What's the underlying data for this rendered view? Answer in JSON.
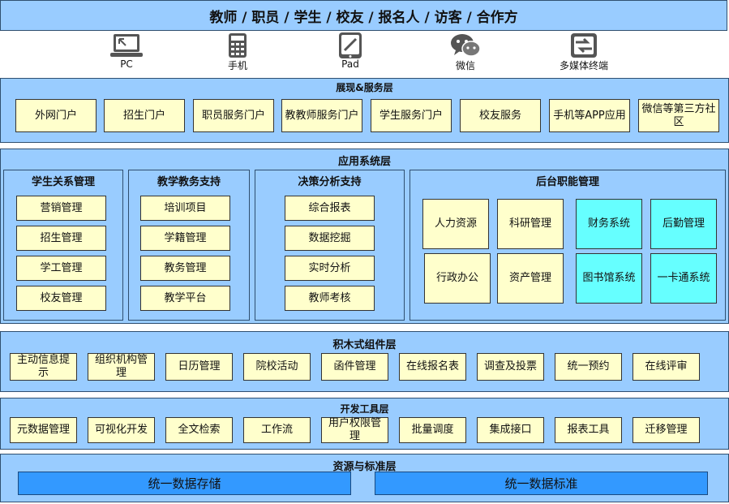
{
  "header": {
    "title": "教师 / 职员 / 学生 / 校友 / 报名人 / 访客 / 合作方"
  },
  "devices": [
    {
      "label": "PC",
      "icon": "laptop-icon"
    },
    {
      "label": "手机",
      "icon": "calculator-phone-icon"
    },
    {
      "label": "Pad",
      "icon": "tablet-icon"
    },
    {
      "label": "微信",
      "icon": "wechat-icon"
    },
    {
      "label": "多媒体终端",
      "icon": "media-terminal-icon"
    }
  ],
  "presentation": {
    "title": "展现&服务层",
    "items": [
      "外网门户",
      "招生门户",
      "职员服务门户",
      "教教师服务门户",
      "学生服务门户",
      "校友服务",
      "手机等APP应用",
      "微信等第三方社区"
    ]
  },
  "application": {
    "title": "应用系统层",
    "groups": [
      {
        "title": "学生关系管理",
        "items": [
          "营销管理",
          "招生管理",
          "学工管理",
          "校友管理"
        ]
      },
      {
        "title": "教学教务支持",
        "items": [
          "培训项目",
          "学籍管理",
          "教务管理",
          "教学平台"
        ]
      },
      {
        "title": "决策分析支持",
        "items": [
          "综合报表",
          "数据挖掘",
          "实时分析",
          "教师考核"
        ]
      }
    ],
    "backend": {
      "title": "后台职能管理",
      "items": [
        "人力资源",
        "科研管理",
        "财务系统",
        "后勤管理",
        "行政办公",
        "资产管理",
        "图书馆系统",
        "一卡通系统"
      ]
    }
  },
  "components": {
    "title": "积木式组件层",
    "items": [
      "主动信息提示",
      "组织机构管理",
      "日历管理",
      "院校活动",
      "函件管理",
      "在线报名表",
      "调查及投票",
      "统一预约",
      "在线评审"
    ]
  },
  "devtools": {
    "title": "开发工具层",
    "items": [
      "元数据管理",
      "可视化开发",
      "全文检索",
      "工作流",
      "用户权限管理",
      "批量调度",
      "集成接口",
      "报表工具",
      "迁移管理"
    ]
  },
  "resources": {
    "title": "资源与标准层",
    "items": [
      "统一数据存储",
      "统一数据标准"
    ]
  },
  "colors": {
    "layer": "#99ccff",
    "box": "#ffffcc",
    "highlight": "#66ffff",
    "storage": "#3399ff"
  }
}
